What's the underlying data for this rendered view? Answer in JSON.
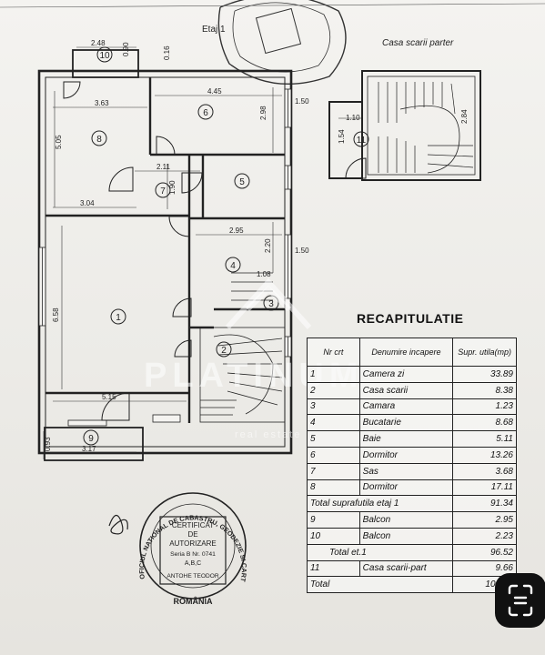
{
  "header": {
    "etaj_label": "Etaj 1",
    "stair_title": "Casa scarii parter"
  },
  "rooms": {
    "r1": "1",
    "r2": "2",
    "r3": "3",
    "r4": "4",
    "r5": "5",
    "r6": "6",
    "r7": "7",
    "r8": "8",
    "r9": "9",
    "r10": "10",
    "r11": "11"
  },
  "dimensions": {
    "d_248": "2.48",
    "d_090a": "0.90",
    "d_016": "0.16",
    "d_363": "3.63",
    "d_445": "4.45",
    "d_505": "5.05",
    "d_298": "2.98",
    "d_211": "2.11",
    "d_190": "1.90",
    "d_304": "3.04",
    "d_295": "2.95",
    "d_220": "2.20",
    "d_108": "1.08",
    "d_658": "6.58",
    "d_515": "5.15",
    "d_317": "3.17",
    "d_093": "0.93",
    "d_110": "1.10",
    "d_154": "1.54",
    "d_284": "2.84",
    "d_150a": "1.50",
    "d_150b": "1.50"
  },
  "recap": {
    "title": "RECAPITULATIE",
    "col_nr": "Nr crt",
    "col_name": "Denumire incapere",
    "col_area": "Supr. utila(mp)",
    "rows": [
      {
        "nr": "1",
        "name": "Camera zi",
        "area": "33.89"
      },
      {
        "nr": "2",
        "name": "Casa scarii",
        "area": "8.38"
      },
      {
        "nr": "3",
        "name": "Camara",
        "area": "1.23"
      },
      {
        "nr": "4",
        "name": "Bucatarie",
        "area": "8.68"
      },
      {
        "nr": "5",
        "name": "Baie",
        "area": "5.11"
      },
      {
        "nr": "6",
        "name": "Dormitor",
        "area": "13.26"
      },
      {
        "nr": "7",
        "name": "Sas",
        "area": "3.68"
      },
      {
        "nr": "8",
        "name": "Dormitor",
        "area": "17.11"
      }
    ],
    "total_etaj": {
      "label": "Total suprafutila etaj 1",
      "area": "91.34"
    },
    "balcony_rows": [
      {
        "nr": "9",
        "name": "Balcon",
        "area": "2.95"
      },
      {
        "nr": "10",
        "name": "Balcon",
        "area": "2.23"
      }
    ],
    "total_et1": {
      "label": "Total et.1",
      "area": "96.52"
    },
    "stair_row": {
      "nr": "11",
      "name": "Casa scarii-part",
      "area": "9.66"
    },
    "total": {
      "label": "Total",
      "area": "106.18"
    }
  },
  "stamp": {
    "ring_text": "OFICIUL NATIONAL DE CABASTRU, GEODEZIE SI CARTOGRAFIE",
    "line1": "CERTIFICAT",
    "line2": "DE",
    "line3": "AUTORIZARE",
    "line4": "Seria B Nr. 0741",
    "line5": "A,B,C",
    "line6": "ANTOHE TEODOR",
    "country": "ROMÂNIA"
  },
  "watermark": {
    "brand": "PLATINUM",
    "tagline": "real estate"
  },
  "colors": {
    "paper": "#eceae6",
    "ink": "#1e1e1e",
    "watermark": "#ffffff",
    "scan_button": "#111111"
  },
  "icons": {
    "scan_button": "scan-document-icon"
  }
}
